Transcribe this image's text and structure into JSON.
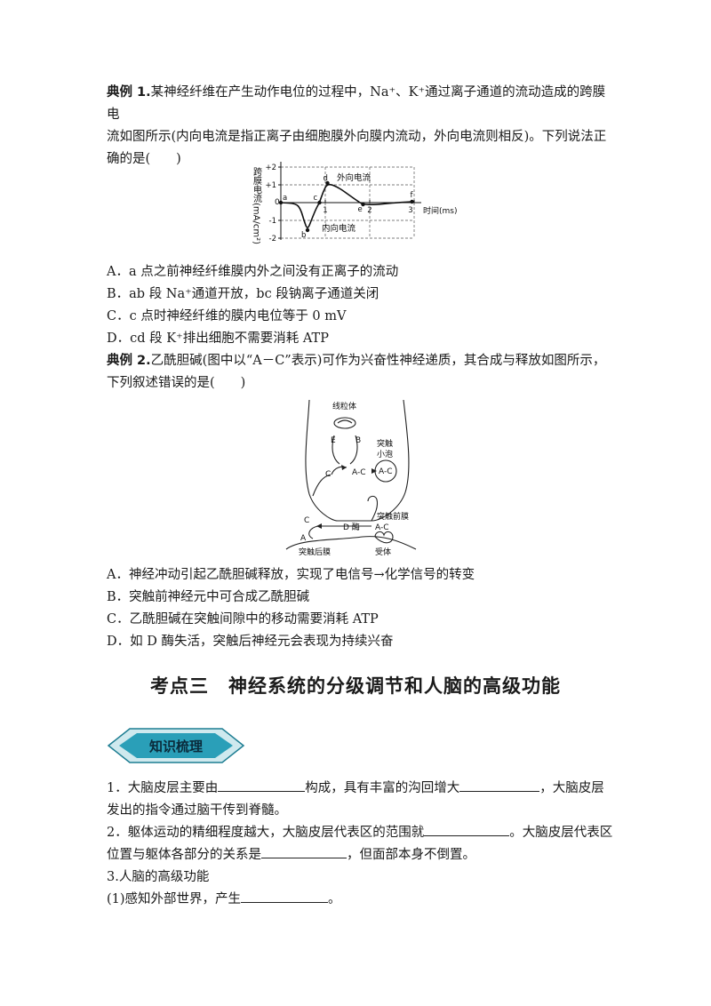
{
  "example1": {
    "label": "典例 1.",
    "text_line1": "某神经纤维在产生动作电位的过程中，Na⁺、K⁺通过离子通道的流动造成的跨膜电",
    "text_line2": "流如图所示(内向电流是指正离子由细胞膜外向膜内流动，外向电流则相反)。下列说法正",
    "text_line3": "确的是(　　)",
    "options": [
      "A．a 点之前神经纤维膜内外之间没有正离子的流动",
      "B．ab 段 Na⁺通道开放，bc 段钠离子通道关闭",
      "C．c 点时神经纤维的膜内电位等于 0 mV",
      "D．cd 段 K⁺排出细胞不需要消耗 ATP"
    ]
  },
  "chart_data": {
    "type": "line",
    "ylabel": "跨膜电流(mA/cm²)",
    "xlabel": "时间(ms)",
    "xlim": [
      0,
      3
    ],
    "ylim": [
      -2,
      2
    ],
    "x_ticks": [
      "1",
      "2",
      "3"
    ],
    "y_ticks": [
      "+2",
      "+1",
      "0",
      "-1",
      "-2"
    ],
    "origin_label": "0",
    "grid": true,
    "points": [
      {
        "label": "a",
        "x": 0.0,
        "y": 0.0
      },
      {
        "label": "b",
        "x": 0.6,
        "y": -1.55
      },
      {
        "label": "c",
        "x": 0.87,
        "y": 0.0
      },
      {
        "label": "d",
        "x": 1.05,
        "y": 1.1
      },
      {
        "label": "e",
        "x": 1.85,
        "y": -0.1
      },
      {
        "label": "f",
        "x": 2.95,
        "y": 0.05
      }
    ],
    "curve": [
      [
        0.0,
        0.0
      ],
      [
        0.35,
        -0.05
      ],
      [
        0.45,
        -0.4
      ],
      [
        0.52,
        -1.0
      ],
      [
        0.6,
        -1.55
      ],
      [
        0.7,
        -0.9
      ],
      [
        0.8,
        -0.3
      ],
      [
        0.87,
        0.0
      ],
      [
        0.95,
        0.6
      ],
      [
        1.05,
        1.1
      ],
      [
        1.3,
        0.85
      ],
      [
        1.55,
        0.4
      ],
      [
        1.75,
        0.05
      ],
      [
        1.85,
        -0.1
      ],
      [
        2.1,
        -0.12
      ],
      [
        2.5,
        -0.02
      ],
      [
        2.95,
        0.05
      ]
    ],
    "annotations": [
      "外向电流",
      "内向电流"
    ]
  },
  "example2": {
    "label": "典例 2.",
    "text_line1": "乙酰胆碱(图中以“A－C”表示)可作为兴奋性神经递质，其合成与释放如图所示，",
    "text_line2": "下列叙述错误的是(　　)",
    "options": [
      "A．神经冲动引起乙酰胆碱释放，实现了电信号→化学信号的转变",
      "B．突触前神经元中可合成乙酰胆碱",
      "C．乙酰胆碱在突触间隙中的移动需要消耗 ATP",
      "D．如 D 酶失活，突触后神经元会表现为持续兴奋"
    ]
  },
  "diagram": {
    "mitochondria": "线粒体",
    "E": "E",
    "B": "B",
    "C_upper": "C",
    "vesicle": "突触\n小泡",
    "AC_left": "A-C",
    "AC_vesicle": "A-C",
    "presynaptic_membrane": "突触前膜",
    "C_lower": "C",
    "enzyme": "D 酶",
    "A": "A",
    "AC_receptor": "A-C",
    "postsynaptic_membrane": "突触后膜",
    "receptor": "受体"
  },
  "section": {
    "title": "考点三　神经系统的分级调节和人脑的高级功能",
    "badge": "知识梳理"
  },
  "knowledge": {
    "item1_a": "1．大脑皮层主要由",
    "item1_b": "构成，具有丰富的沟回增大",
    "item1_c": "，大脑皮层",
    "item1_d": "发出的指令通过脑干传到脊髓。",
    "item2_a": "2．躯体运动的精细程度越大，大脑皮层代表区的范围就",
    "item2_b": "。大脑皮层代表区",
    "item2_c": "位置与躯体各部分的关系是",
    "item2_d": "，但面部本身不倒置。",
    "item3": "3.人脑的高级功能",
    "item3_1a": "(1)感知外部世界，产生",
    "item3_1b": "。"
  },
  "colors": {
    "badge_fill": "#2a9fb8",
    "badge_text": "#0a2a3a",
    "text": "#1a1a1a"
  }
}
